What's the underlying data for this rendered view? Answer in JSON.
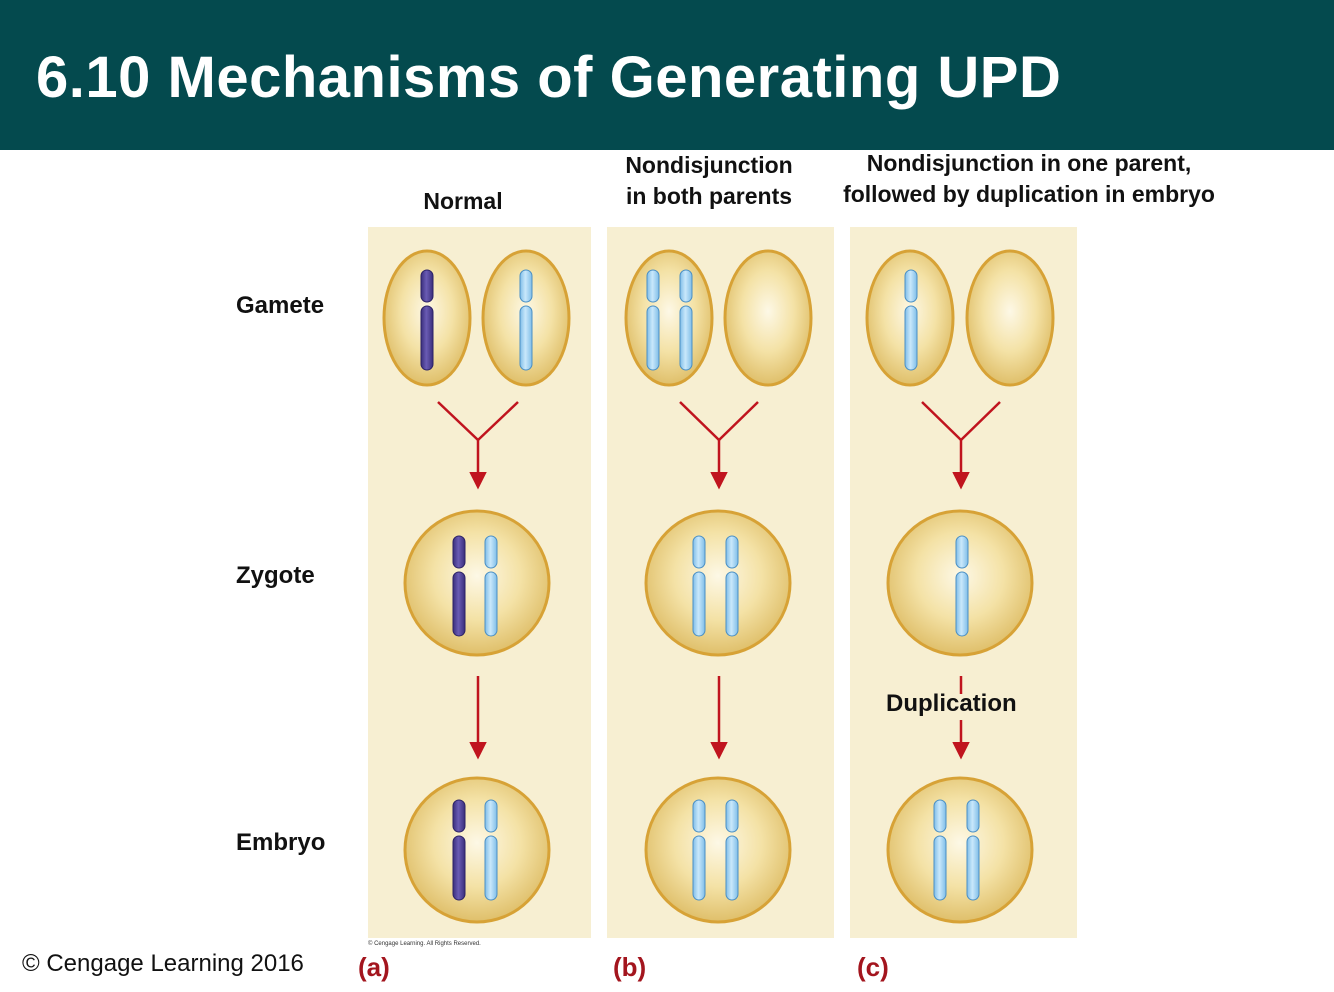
{
  "title": "6.10 Mechanisms of Generating UPD",
  "columns": {
    "a": {
      "header": "Normal",
      "panel_label": "(a)"
    },
    "b": {
      "header_line1": "Nondisjunction",
      "header_line2": "in both parents",
      "panel_label": "(b)"
    },
    "c": {
      "header_line1": "Nondisjunction in one parent,",
      "header_line2": "followed by duplication in embryo",
      "panel_label": "(c)"
    }
  },
  "rows": {
    "gamete": "Gamete",
    "zygote": "Zygote",
    "embryo": "Embryo"
  },
  "duplication_label": "Duplication",
  "copyright": "© Cengage Learning 2016",
  "small_credit": "© Cengage Learning. All Rights Reserved.",
  "colors": {
    "title_bar": "#044a4e",
    "panel_bg": "#f7efd2",
    "cell_rim": "#d7a236",
    "arrow": "#c0141e",
    "chromosome_dark": "#4d3f94",
    "chromosome_light": "#a6d4f2",
    "panel_label": "#a3151e"
  }
}
